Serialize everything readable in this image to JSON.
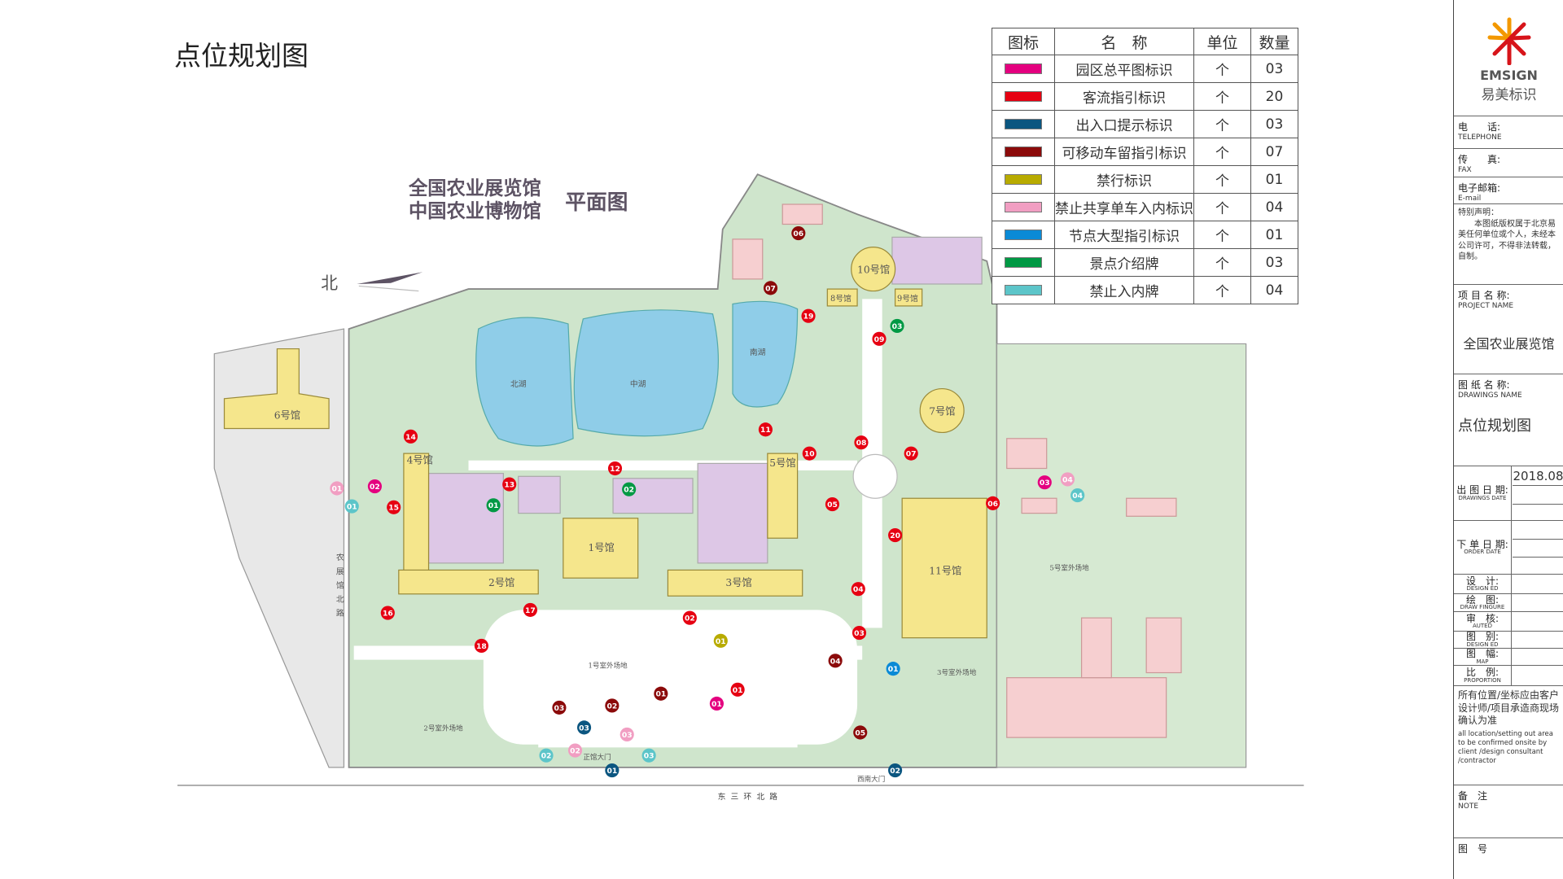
{
  "page_title": "点位规划图",
  "map": {
    "title_line1": "全国农业展览馆",
    "title_line2": "中国农业博物馆",
    "title_suffix": "平面图",
    "north": "北",
    "road_south": "东三环北路",
    "road_west": "农展馆北路",
    "halls": {
      "h1": "1号馆",
      "h2": "2号馆",
      "h3": "3号馆",
      "h4": "4号馆",
      "h5": "5号馆",
      "h6": "6号馆",
      "h7": "7号馆",
      "h8": "8号馆",
      "h9": "9号馆",
      "h10": "10号馆",
      "h11": "11号馆"
    },
    "lakes": {
      "north": "北湖",
      "middle": "中湖",
      "south": "南湖"
    },
    "places": {
      "main_gate": "正馆大门",
      "sw_gate": "西南大门",
      "field1": "1号室外场地",
      "field2": "2号室外场地",
      "field3": "3号室外场地",
      "field5": "5号室外场地"
    }
  },
  "legend": {
    "headers": {
      "icon": "图标",
      "name": "名　称",
      "unit": "单位",
      "qty": "数量"
    },
    "rows": [
      {
        "color": "#e4007f",
        "name": "园区总平图标识",
        "unit": "个",
        "qty": "03"
      },
      {
        "color": "#e60012",
        "name": "客流指引标识",
        "unit": "个",
        "qty": "20"
      },
      {
        "color": "#0b5680",
        "name": "出入口提示标识",
        "unit": "个",
        "qty": "03"
      },
      {
        "color": "#8b0a0a",
        "name": "可移动车留指引标识",
        "unit": "个",
        "qty": "07"
      },
      {
        "color": "#b8ab00",
        "name": "禁行标识",
        "unit": "个",
        "qty": "01"
      },
      {
        "color": "#f19ec2",
        "name": "禁止共享单车入内标识",
        "unit": "个",
        "qty": "04"
      },
      {
        "color": "#0a8ad6",
        "name": "节点大型指引标识",
        "unit": "个",
        "qty": "01"
      },
      {
        "color": "#009944",
        "name": "景点介绍牌",
        "unit": "个",
        "qty": "03"
      },
      {
        "color": "#5cc5c9",
        "name": "禁止入内牌",
        "unit": "个",
        "qty": "04"
      }
    ]
  },
  "markers": [
    {
      "type": 1,
      "n": "14"
    },
    {
      "type": 1,
      "n": "13"
    },
    {
      "type": 1,
      "n": "15"
    },
    {
      "type": 1,
      "n": "12"
    },
    {
      "type": 1,
      "n": "11"
    },
    {
      "type": 1,
      "n": "10"
    },
    {
      "type": 1,
      "n": "19"
    },
    {
      "type": 1,
      "n": "08"
    },
    {
      "type": 1,
      "n": "07"
    },
    {
      "type": 1,
      "n": "06"
    },
    {
      "type": 1,
      "n": "05"
    },
    {
      "type": 1,
      "n": "20"
    },
    {
      "type": 1,
      "n": "04"
    },
    {
      "type": 1,
      "n": "03"
    },
    {
      "type": 1,
      "n": "02"
    },
    {
      "type": 1,
      "n": "01"
    },
    {
      "type": 1,
      "n": "16"
    },
    {
      "type": 1,
      "n": "17"
    },
    {
      "type": 1,
      "n": "18"
    },
    {
      "type": 1,
      "n": "09"
    },
    {
      "type": 3,
      "n": "06"
    },
    {
      "type": 3,
      "n": "07"
    },
    {
      "type": 3,
      "n": "03"
    },
    {
      "type": 3,
      "n": "02"
    },
    {
      "type": 3,
      "n": "01"
    },
    {
      "type": 3,
      "n": "04"
    },
    {
      "type": 3,
      "n": "05"
    },
    {
      "type": 0,
      "n": "02"
    },
    {
      "type": 0,
      "n": "01"
    },
    {
      "type": 0,
      "n": "03"
    },
    {
      "type": 2,
      "n": "03"
    },
    {
      "type": 2,
      "n": "01"
    },
    {
      "type": 2,
      "n": "02"
    },
    {
      "type": 4,
      "n": "01"
    },
    {
      "type": 5,
      "n": "01"
    },
    {
      "type": 5,
      "n": "02"
    },
    {
      "type": 5,
      "n": "03"
    },
    {
      "type": 5,
      "n": "04"
    },
    {
      "type": 6,
      "n": "01"
    },
    {
      "type": 7,
      "n": "01"
    },
    {
      "type": 7,
      "n": "02"
    },
    {
      "type": 7,
      "n": "03"
    },
    {
      "type": 8,
      "n": "01"
    },
    {
      "type": 8,
      "n": "02"
    },
    {
      "type": 8,
      "n": "03"
    },
    {
      "type": 8,
      "n": "04"
    }
  ],
  "sidebar": {
    "brand_en": "EMSIGN",
    "brand_cn": "易美标识",
    "tel_cn": "电　　话:",
    "tel_en": "TELEPHONE",
    "fax_cn": "传　　真:",
    "fax_en": "FAX",
    "email_cn": "电子邮箱:",
    "email_en": "E-mail",
    "notice_title": "特别声明：",
    "notice_body": "本图纸版权属于北京易美任何单位或个人，未经本公司许可，不得非法转载，自制。",
    "project_cn": "项 目 名 称:",
    "project_en": "PROJECT NAME",
    "project_value": "全国农业展览馆",
    "drawing_cn": "图 纸 名 称:",
    "drawing_en": "DRAWINGS NAME",
    "drawing_value": "点位规划图",
    "date_cn": "出 图 日 期:",
    "date_en": "DRAWINGS DATE",
    "date_value": "2018.08",
    "order_cn": "下 单 日 期:",
    "order_en": "ORDER DATE",
    "rows": [
      {
        "cn": "设　计:",
        "en": "DESIGN ED"
      },
      {
        "cn": "绘　图:",
        "en": "DRAW FINGURE"
      },
      {
        "cn": "审　核:",
        "en": "AUTED"
      },
      {
        "cn": "图　别:",
        "en": "DESIGN ED"
      },
      {
        "cn": "图　幅:",
        "en": "MAP"
      },
      {
        "cn": "比　例:",
        "en": "PROPORTION"
      }
    ],
    "confirm_cn": "所有位置/坐标应由客户设计师/项目承造商现场确认为准",
    "confirm_en": "all location/setting out area to be confirmed onsite by client /design consultant /contractor",
    "note_cn": "备　注",
    "note_en": "NOTE",
    "drawing_no": "图　号"
  }
}
